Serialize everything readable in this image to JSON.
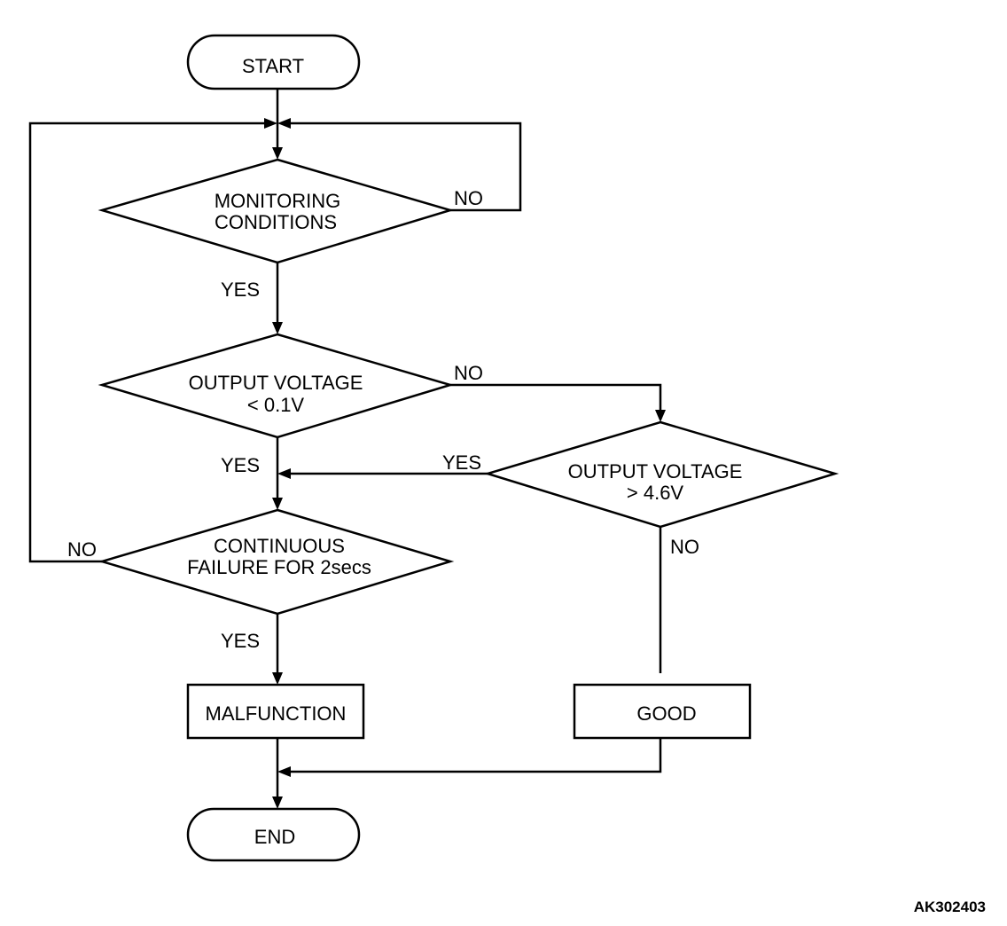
{
  "nodes": {
    "start": "START",
    "monitoring": [
      "MONITORING",
      "CONDITIONS"
    ],
    "output_low": [
      "OUTPUT VOLTAGE",
      "< 0.1V"
    ],
    "output_high": [
      "OUTPUT VOLTAGE",
      "> 4.6V"
    ],
    "continuous": [
      "CONTINUOUS",
      "FAILURE FOR 2secs"
    ],
    "malfunction": "MALFUNCTION",
    "good": "GOOD",
    "end": "END"
  },
  "edge_labels": {
    "monitoring_no": "NO",
    "monitoring_yes": "YES",
    "output_low_no": "NO",
    "output_low_yes": "YES",
    "output_high_yes": "YES",
    "output_high_no": "NO",
    "continuous_no": "NO",
    "continuous_yes": "YES"
  },
  "figure_id": "AK302403",
  "colors": {
    "stroke": "#000000",
    "background": "#ffffff"
  }
}
